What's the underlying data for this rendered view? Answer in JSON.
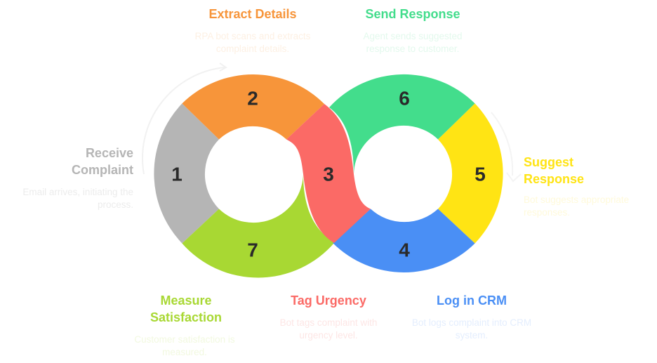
{
  "colors": {
    "receive": "#b5b5b5",
    "extract": "#f7953a",
    "tag": "#fb6a66",
    "log": "#4a8ff5",
    "suggest": "#ffe414",
    "send": "#43dd8c",
    "measure": "#a8d833"
  },
  "steps": [
    {
      "id": "receive",
      "number": "1",
      "title": "Receive Complaint",
      "description": "Email arrives, initiating the process."
    },
    {
      "id": "extract",
      "number": "2",
      "title": "Extract Details",
      "description": "RPA bot scans and extracts complaint details."
    },
    {
      "id": "tag",
      "number": "3",
      "title": "Tag Urgency",
      "description": "Bot tags complaint with urgency level."
    },
    {
      "id": "log",
      "number": "4",
      "title": "Log in CRM",
      "description": "Bot logs complaint into CRM system."
    },
    {
      "id": "suggest",
      "number": "5",
      "title": "Suggest Response",
      "description": "Bot suggests appropriate responses."
    },
    {
      "id": "send",
      "number": "6",
      "title": "Send Response",
      "description": "Agent sends suggested response to customer."
    },
    {
      "id": "measure",
      "number": "7",
      "title": "Measure Satisfaction",
      "description": "Customer satisfaction is measured."
    }
  ]
}
